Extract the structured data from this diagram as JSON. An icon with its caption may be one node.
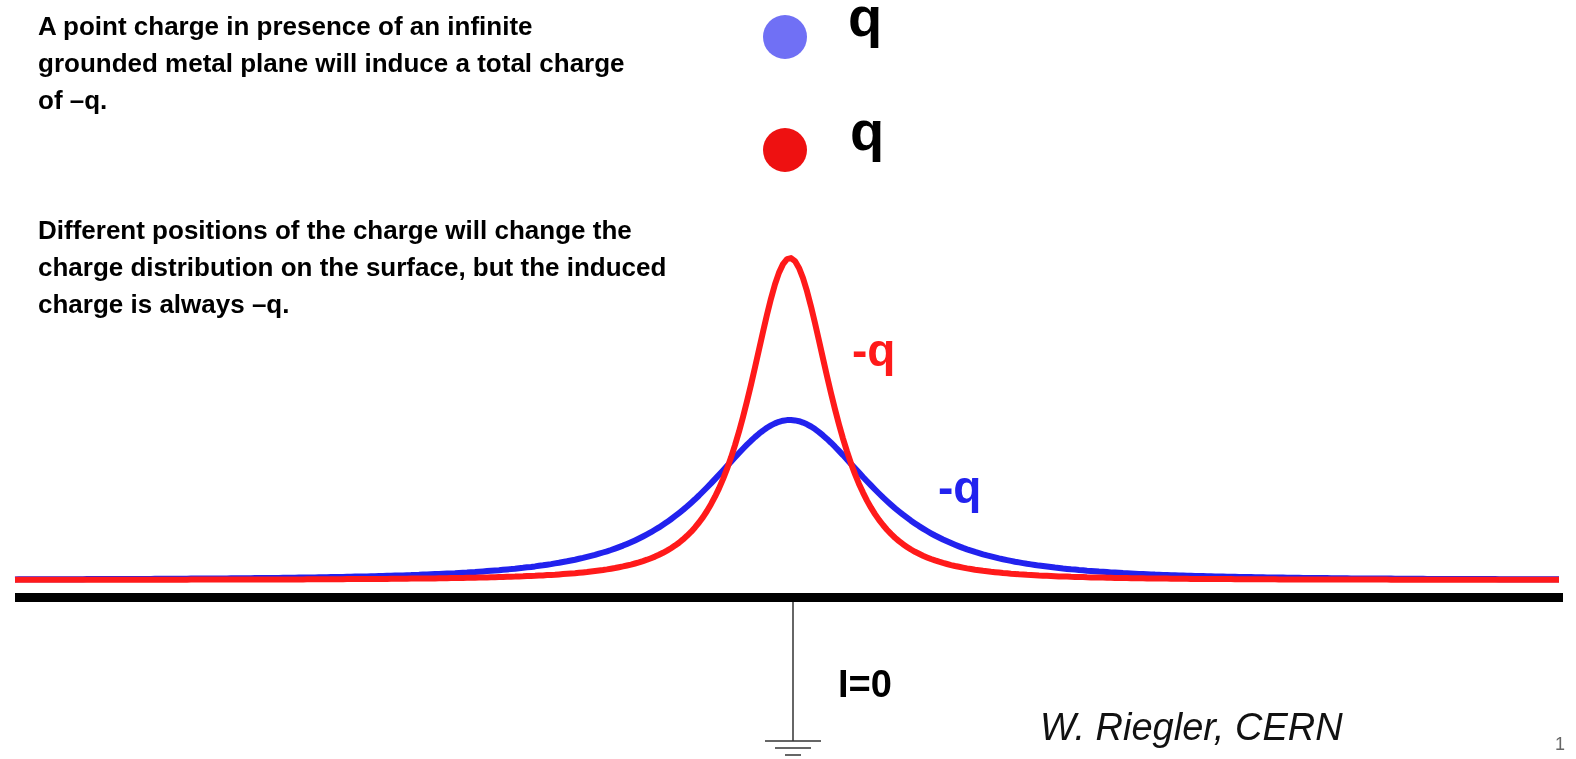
{
  "diagram": {
    "labels": [
      "A point charge in presence of an infinite grounded metal plane will induce a total charge of –q.",
      "Different positions of the charge will change the charge distribution on the surface, but the induced charge is always –q.",
      "q",
      "q",
      "-q",
      "-q",
      "I=0",
      "W. Riegler, CERN",
      "1"
    ]
  }
}
